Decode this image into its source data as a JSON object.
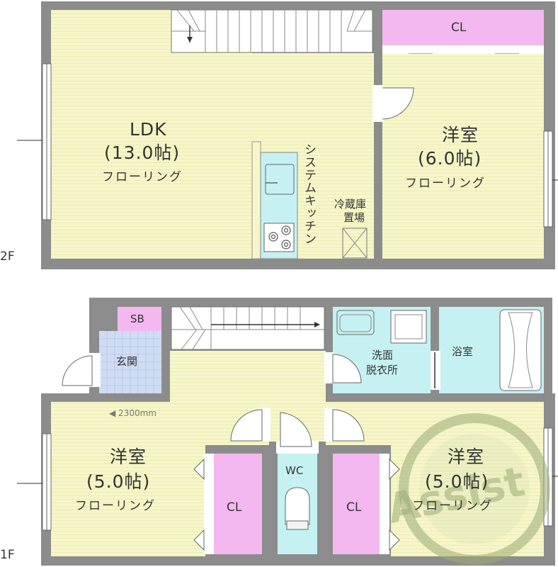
{
  "colors": {
    "wall": "#8c8c8c",
    "floor": "#f6f6c9",
    "closet": "#f3b8f0",
    "wet": "#c6f1f2",
    "genkan": "#cfdcf3",
    "stair": "#ffffff"
  },
  "floors": {
    "upper": "2F",
    "lower": "1F"
  },
  "rooms": {
    "ldk": {
      "name": "LDK",
      "size": "(13.0帖)",
      "floor": "フローリング"
    },
    "bedroom_2f": {
      "name": "洋室",
      "size": "(6.0帖)",
      "floor": "フローリング"
    },
    "bedroom_1f_left": {
      "name": "洋室",
      "size": "(5.0帖)",
      "floor": "フローリング"
    },
    "bedroom_1f_right": {
      "name": "洋室",
      "size": "(5.0帖)",
      "floor": "フローリング"
    },
    "kitchen": "システムキッチン",
    "fridge_line1": "冷蔵庫",
    "fridge_line2": "置場",
    "closet_2f": "CL",
    "closet_1f_left": "CL",
    "closet_1f_right": "CL",
    "shoe_box": "SB",
    "entrance": "玄関",
    "washroom_line1": "洗面",
    "washroom_line2": "脱衣所",
    "bath": "浴室",
    "toilet": "WC"
  },
  "dimension": "◀ 2300mm",
  "watermark": "Assist"
}
